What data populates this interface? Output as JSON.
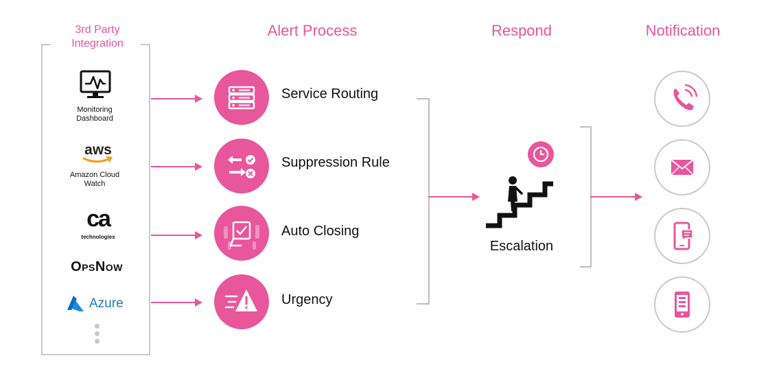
{
  "headings": {
    "integration": "3rd Party Integration",
    "alert_process": "Alert Process",
    "respond": "Respond",
    "notification": "Notification"
  },
  "sources": {
    "monitoring": "Monitoring Dashboard",
    "aws_logo": "aws",
    "aws": "Amazon Cloud Watch",
    "ca_logo": "ca",
    "ca_sub": "technologies",
    "opsnow": "OpsNow",
    "azure": "Azure"
  },
  "process": [
    {
      "label": "Service Routing",
      "icon": "server-rack-icon"
    },
    {
      "label": "Suppression Rule",
      "icon": "suppression-arrows-icon"
    },
    {
      "label": "Auto Closing",
      "icon": "auto-close-check-icon"
    },
    {
      "label": "Urgency",
      "icon": "warning-speed-icon"
    }
  ],
  "respond": {
    "label": "Escalation",
    "icon": "escalation-stairs-icon"
  },
  "notifications": [
    "phone-call-icon",
    "email-icon",
    "sms-icon",
    "mobile-app-icon"
  ],
  "colors": {
    "accent": "#e8569c",
    "line": "#c9c9c9"
  }
}
